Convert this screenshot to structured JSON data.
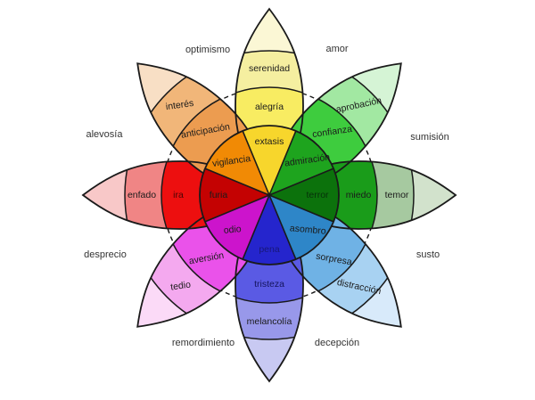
{
  "petals": [
    {
      "direction": "north",
      "intense": {
        "label": "extasis",
        "color": "#F7D62C"
      },
      "basic": {
        "label": "alegría",
        "color": "#F8EC62"
      },
      "mild": {
        "label": "serenidad",
        "color": "#F5EFA0"
      },
      "tip_color": "#FBF7D5"
    },
    {
      "direction": "northeast",
      "intense": {
        "label": "admiración",
        "color": "#1EA41E"
      },
      "basic": {
        "label": "confianza",
        "color": "#3ECC3E"
      },
      "mild": {
        "label": "aprobación",
        "color": "#A2E8A2"
      },
      "tip_color": "#D5F4D5"
    },
    {
      "direction": "east",
      "intense": {
        "label": "terror",
        "color": "#0C720C"
      },
      "basic": {
        "label": "miedo",
        "color": "#1A9C1A"
      },
      "mild": {
        "label": "temor",
        "color": "#A6C9A0"
      },
      "tip_color": "#D2E2CC"
    },
    {
      "direction": "southeast",
      "intense": {
        "label": "asombro",
        "color": "#2E86C8"
      },
      "basic": {
        "label": "sorpresa",
        "color": "#6FB2E5"
      },
      "mild": {
        "label": "distracción",
        "color": "#A8D2F2"
      },
      "tip_color": "#D8EAFA"
    },
    {
      "direction": "south",
      "intense": {
        "label": "pena",
        "color": "#2525CD"
      },
      "basic": {
        "label": "tristeza",
        "color": "#5A5AE4"
      },
      "mild": {
        "label": "melancolía",
        "color": "#9898EA"
      },
      "tip_color": "#C8C9F2"
    },
    {
      "direction": "southwest",
      "intense": {
        "label": "odio",
        "color": "#CC14CC"
      },
      "basic": {
        "label": "aversión",
        "color": "#EA52EA"
      },
      "mild": {
        "label": "tedio",
        "color": "#F4A9EF"
      },
      "tip_color": "#FBDAF7"
    },
    {
      "direction": "west",
      "intense": {
        "label": "furia",
        "color": "#C40202"
      },
      "basic": {
        "label": "ira",
        "color": "#ED0F0F"
      },
      "mild": {
        "label": "enfado",
        "color": "#F08585"
      },
      "tip_color": "#F8C8C8"
    },
    {
      "direction": "northwest",
      "intense": {
        "label": "vigilancia",
        "color": "#F18A05"
      },
      "basic": {
        "label": "anticipación",
        "color": "#EC9C50"
      },
      "mild": {
        "label": "interés",
        "color": "#F1B679"
      },
      "tip_color": "#F8DFC5"
    }
  ],
  "dyads": [
    {
      "label": "optimismo"
    },
    {
      "label": "amor"
    },
    {
      "label": "sumisión"
    },
    {
      "label": "susto"
    },
    {
      "label": "decepción"
    },
    {
      "label": "remordimiento"
    },
    {
      "label": "desprecio"
    },
    {
      "label": "alevosía"
    }
  ],
  "styles": {
    "outline_color": "#1a1a1a",
    "background": "#ffffff",
    "label_color": "#1b1b1b"
  }
}
